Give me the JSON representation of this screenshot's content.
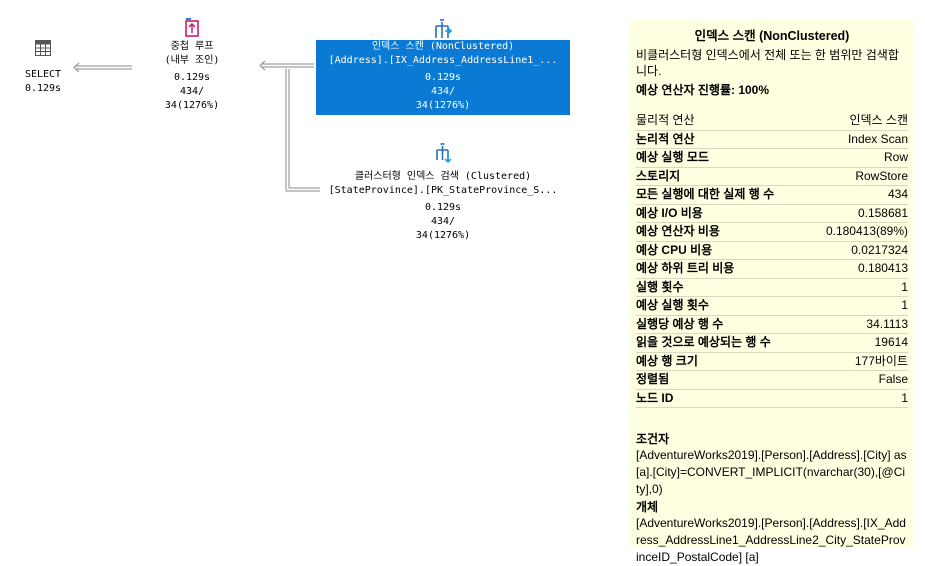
{
  "plan": {
    "select": {
      "label": "SELECT",
      "cost": "0.129s"
    },
    "nested_loops": {
      "title": "중첩 루프",
      "subtitle": "(내부 조인)",
      "time": "0.129s",
      "rows": "434/",
      "est": "34(1276%)"
    },
    "index_scan": {
      "title": "인덱스 스캔 (NonClustered)",
      "object": "[Address].[IX_Address_AddressLine1_...",
      "time": "0.129s",
      "rows": "434/",
      "est": "34(1276%)"
    },
    "index_seek": {
      "title": "클러스터형 인덱스 검색 (Clustered)",
      "object": "[StateProvince].[PK_StateProvince_S...",
      "time": "0.129s",
      "rows": "434/",
      "est": "34(1276%)"
    }
  },
  "tooltip": {
    "title": "인덱스 스캔 (NonClustered)",
    "description": "비클러스터형 인덱스에서 전체 또는 한 범위만 검색합니다.",
    "progress": "예상 연산자 진행률: 100%",
    "properties": [
      {
        "key": "물리적 연산",
        "value": "인덱스 스캔"
      },
      {
        "key": "논리적 연산",
        "value": "Index Scan"
      },
      {
        "key": "예상 실행 모드",
        "value": "Row"
      },
      {
        "key": "스토리지",
        "value": "RowStore"
      },
      {
        "key": "모든 실행에 대한 실제 행 수",
        "value": "434"
      },
      {
        "key": "예상 I/O 비용",
        "value": "0.158681"
      },
      {
        "key": "예상 연산자 비용",
        "value": "0.180413(89%)"
      },
      {
        "key": "예상 CPU 비용",
        "value": "0.0217324"
      },
      {
        "key": "예상 하위 트리 비용",
        "value": "0.180413"
      },
      {
        "key": "실행 횟수",
        "value": "1"
      },
      {
        "key": "예상 실행 횟수",
        "value": "1"
      },
      {
        "key": "실행당 예상 행 수",
        "value": "34.1113"
      },
      {
        "key": "읽을 것으로 예상되는 행 수",
        "value": "19614"
      },
      {
        "key": "예상 행 크기",
        "value": "177바이트"
      },
      {
        "key": "정렬됨",
        "value": "False"
      },
      {
        "key": "노드 ID",
        "value": "1"
      }
    ],
    "predicate_title": "조건자",
    "predicate": "[AdventureWorks2019].[Person].[Address].[City] as [a].[City]=CONVERT_IMPLICIT(nvarchar(30),[@City],0)",
    "object_title": "개체",
    "object": "[AdventureWorks2019].[Person].[Address].[IX_Address_AddressLine1_AddressLine2_City_StateProvinceID_PostalCode] [a]"
  }
}
